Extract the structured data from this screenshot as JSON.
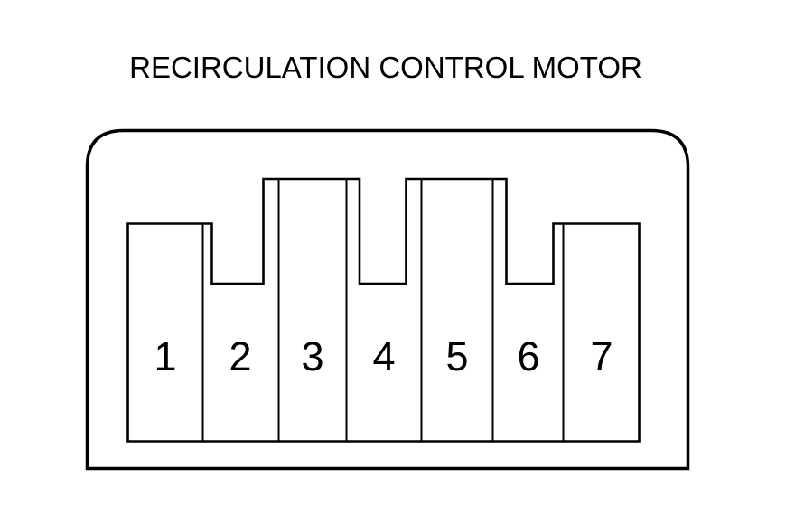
{
  "title": "RECIRCULATION CONTROL MOTOR",
  "connector": {
    "pin_count": 7,
    "pins": [
      {
        "label": "1"
      },
      {
        "label": "2"
      },
      {
        "label": "3"
      },
      {
        "label": "4"
      },
      {
        "label": "5"
      },
      {
        "label": "6"
      },
      {
        "label": "7"
      }
    ]
  },
  "colors": {
    "line": "#000000",
    "text": "#000000",
    "background": "#ffffff"
  }
}
